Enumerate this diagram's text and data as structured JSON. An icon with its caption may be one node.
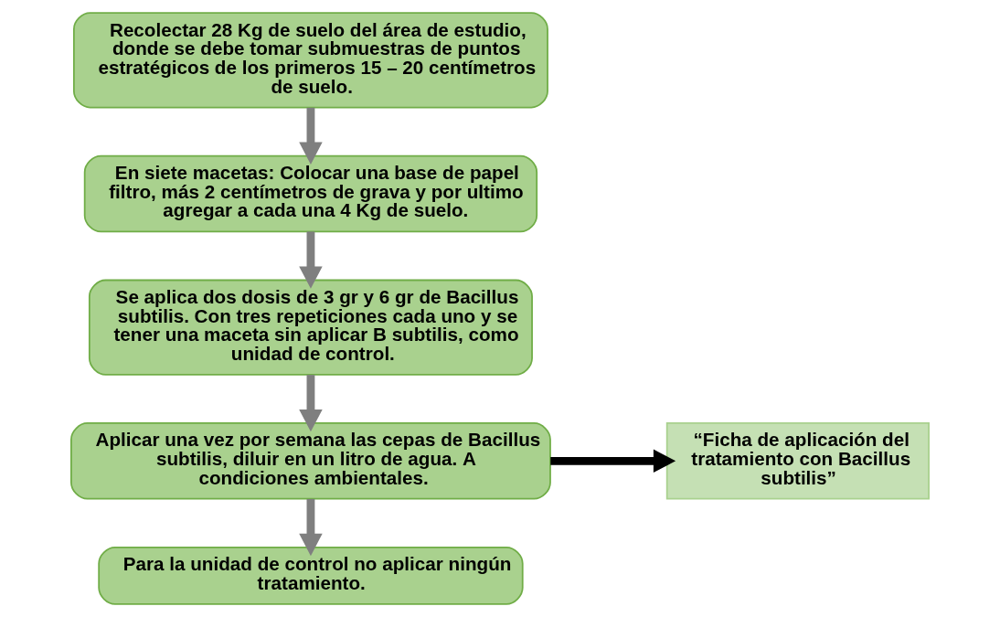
{
  "diagram": {
    "nodes": [
      {
        "text": [
          "Recolectar 28 Kg de suelo del área de estudio, donde se debe tomar submuestras de puntos estratégicos de los primeros 15 – 20 centímetros de suelo."
        ]
      },
      {
        "text": [
          "En siete macetas: Colocar una base de papel filtro, más 2 centímetros de grava y por ultimo agregar a cada una 4 Kg de suelo."
        ]
      },
      {
        "text": [
          "Se aplica dos dosis de 3 gr y 6 gr de Bacillus subtilis. Con tres repeticiones cada uno y se tener una maceta sin aplicar B subtilis, como unidad de control."
        ]
      },
      {
        "text": [
          "Aplicar una vez por semana las cepas de Bacillus subtilis, diluir en un litro de agua. A condiciones ambientales."
        ]
      },
      {
        "text": [
          "Para la unidad de control no aplicar ningún tratamiento."
        ]
      },
      {
        "text": [
          "“Ficha de aplicación del tratamiento con Bacillus subtilis”"
        ]
      }
    ],
    "edges": [
      {
        "from": 0,
        "to": 1,
        "arrow": "to"
      },
      {
        "from": 1,
        "to": 2,
        "arrow": "to"
      },
      {
        "from": 2,
        "to": 3,
        "arrow": "to"
      },
      {
        "from": 3,
        "to": 4,
        "arrow": "to"
      },
      {
        "from": 3,
        "to": 5,
        "arrow": "to",
        "color": "#000000"
      }
    ]
  }
}
